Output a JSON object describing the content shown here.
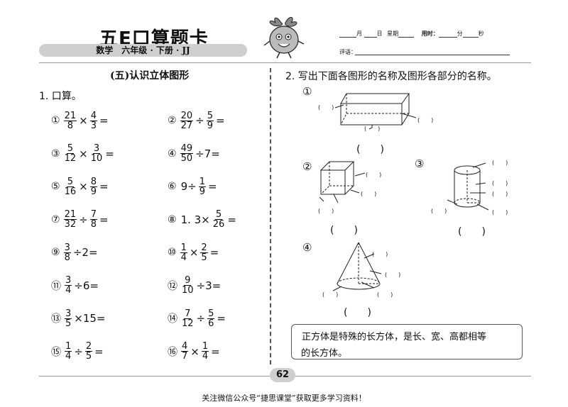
{
  "header": {
    "brand": "五E口算题卡",
    "subtitle": "数学　六年级 · 下册 · JJ",
    "date_month": "月",
    "date_day": "日",
    "date_week": "星期",
    "time_label": "用时：",
    "time_min": "分",
    "time_sec": "秒",
    "comment_label": "评语："
  },
  "left": {
    "section_title": "(五)认识立体图形",
    "q1_label": "1. 口算。",
    "problems": [
      {
        "n": "①",
        "parts": [
          {
            "f": [
              "21",
              "8"
            ]
          },
          {
            "o": "×"
          },
          {
            "f": [
              "4",
              "3"
            ]
          },
          {
            "o": "="
          }
        ]
      },
      {
        "n": "②",
        "parts": [
          {
            "f": [
              "20",
              "27"
            ]
          },
          {
            "o": "÷"
          },
          {
            "f": [
              "5",
              "9"
            ]
          },
          {
            "o": "="
          }
        ]
      },
      {
        "n": "③",
        "parts": [
          {
            "f": [
              "5",
              "12"
            ]
          },
          {
            "o": "×"
          },
          {
            "f": [
              "3",
              "10"
            ]
          },
          {
            "o": "="
          }
        ]
      },
      {
        "n": "④",
        "parts": [
          {
            "f": [
              "49",
              "50"
            ]
          },
          {
            "o": "÷7="
          }
        ]
      },
      {
        "n": "⑤",
        "parts": [
          {
            "f": [
              "5",
              "16"
            ]
          },
          {
            "o": "×"
          },
          {
            "f": [
              "8",
              "9"
            ]
          },
          {
            "o": "="
          }
        ]
      },
      {
        "n": "⑥",
        "parts": [
          {
            "o": "9÷"
          },
          {
            "f": [
              "1",
              "9"
            ]
          },
          {
            "o": "="
          }
        ]
      },
      {
        "n": "⑦",
        "parts": [
          {
            "f": [
              "21",
              "32"
            ]
          },
          {
            "o": "÷"
          },
          {
            "f": [
              "7",
              "8"
            ]
          },
          {
            "o": "="
          }
        ]
      },
      {
        "n": "⑧",
        "parts": [
          {
            "o": "1. 3×"
          },
          {
            "f": [
              "5",
              "26"
            ]
          },
          {
            "o": "="
          }
        ]
      },
      {
        "n": "⑨",
        "parts": [
          {
            "f": [
              "3",
              "8"
            ]
          },
          {
            "o": "÷2="
          }
        ]
      },
      {
        "n": "⑩",
        "parts": [
          {
            "f": [
              "1",
              "4"
            ]
          },
          {
            "o": "×"
          },
          {
            "f": [
              "2",
              "5"
            ]
          },
          {
            "o": "="
          }
        ]
      },
      {
        "n": "⑪",
        "parts": [
          {
            "f": [
              "3",
              "4"
            ]
          },
          {
            "o": "÷6="
          }
        ]
      },
      {
        "n": "⑫",
        "parts": [
          {
            "f": [
              "9",
              "10"
            ]
          },
          {
            "o": "÷3="
          }
        ]
      },
      {
        "n": "⑬",
        "parts": [
          {
            "f": [
              "3",
              "5"
            ]
          },
          {
            "o": "×15="
          }
        ]
      },
      {
        "n": "⑭",
        "parts": [
          {
            "f": [
              "7",
              "12"
            ]
          },
          {
            "o": "÷"
          },
          {
            "f": [
              "5",
              "6"
            ]
          },
          {
            "o": "="
          }
        ]
      },
      {
        "n": "⑮",
        "parts": [
          {
            "f": [
              "1",
              "4"
            ]
          },
          {
            "o": "÷"
          },
          {
            "f": [
              "2",
              "5"
            ]
          },
          {
            "o": "="
          }
        ]
      },
      {
        "n": "⑯",
        "parts": [
          {
            "f": [
              "4",
              "7"
            ]
          },
          {
            "o": "×"
          },
          {
            "f": [
              "1",
              "4"
            ]
          },
          {
            "o": "="
          }
        ]
      }
    ]
  },
  "right": {
    "q2_label": "2. 写出下面各图形的名称及图形各部分的名称。",
    "fig1_label": "①",
    "fig2_label": "②",
    "fig3_label": "③",
    "fig4_label": "④",
    "small_paren": "(　　)",
    "big_paren": "(　　)",
    "note_line1": "正方体是特殊的长方体，是长、宽、高都相等",
    "note_line2": "的长方体。"
  },
  "footer": {
    "page_number": "62",
    "text": "关注微信公众号“捷思课堂”获取更多学习资料！"
  }
}
